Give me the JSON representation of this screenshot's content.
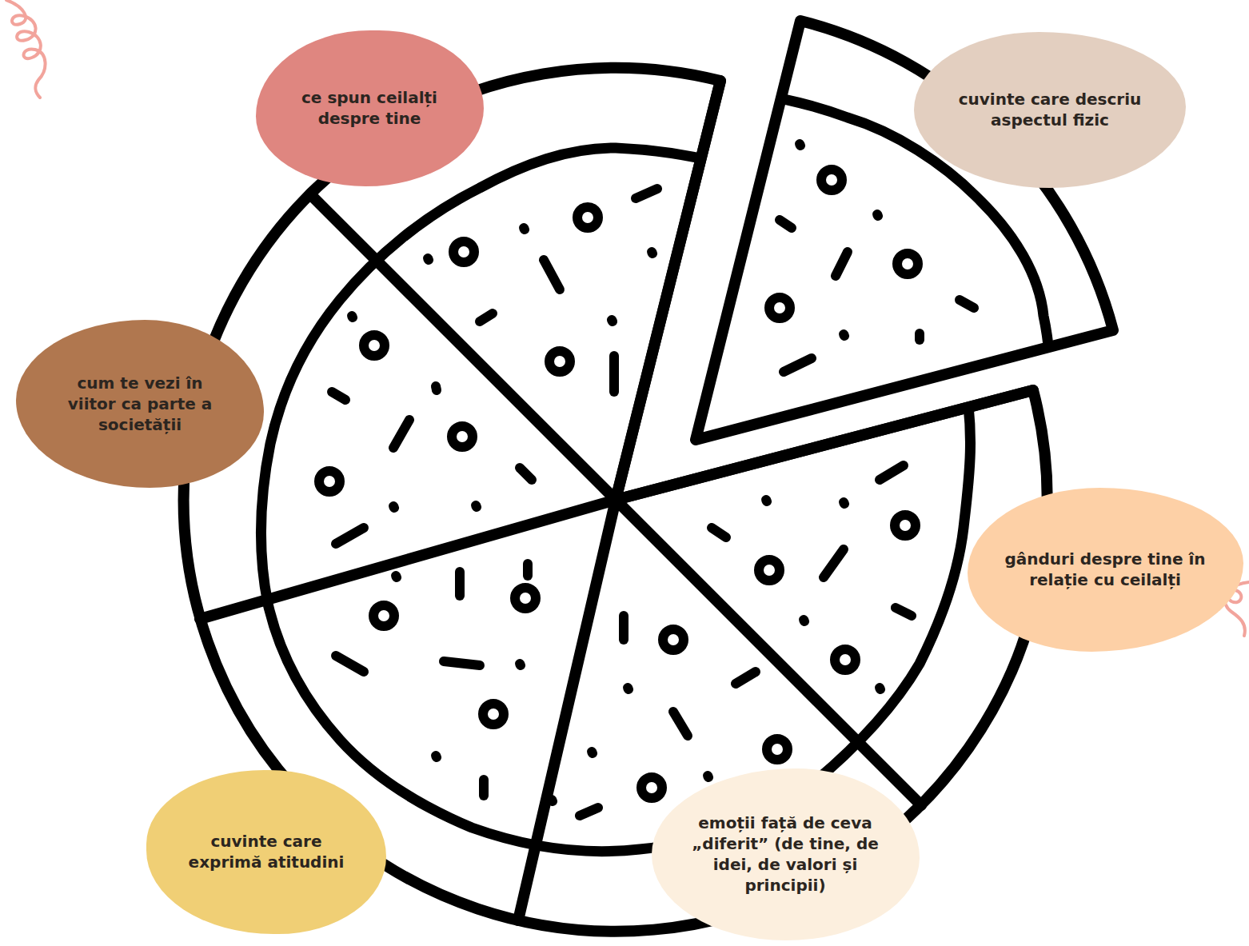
{
  "diagram": {
    "nodes": [
      {
        "text": [
          "ce spun ceilalți despre tine"
        ]
      },
      {
        "text": [
          "cuvinte care descriu aspectul fizic"
        ]
      },
      {
        "text": [
          "cum te vezi în viitor ca parte a societății"
        ]
      },
      {
        "text": [
          "gânduri despre tine în relație cu ceilalți"
        ]
      },
      {
        "text": [
          "cuvinte care exprimă atitudini"
        ]
      },
      {
        "text": [
          "emoții față de ceva „diferit” (de tine, de idei, de valori și principii)"
        ]
      }
    ]
  }
}
